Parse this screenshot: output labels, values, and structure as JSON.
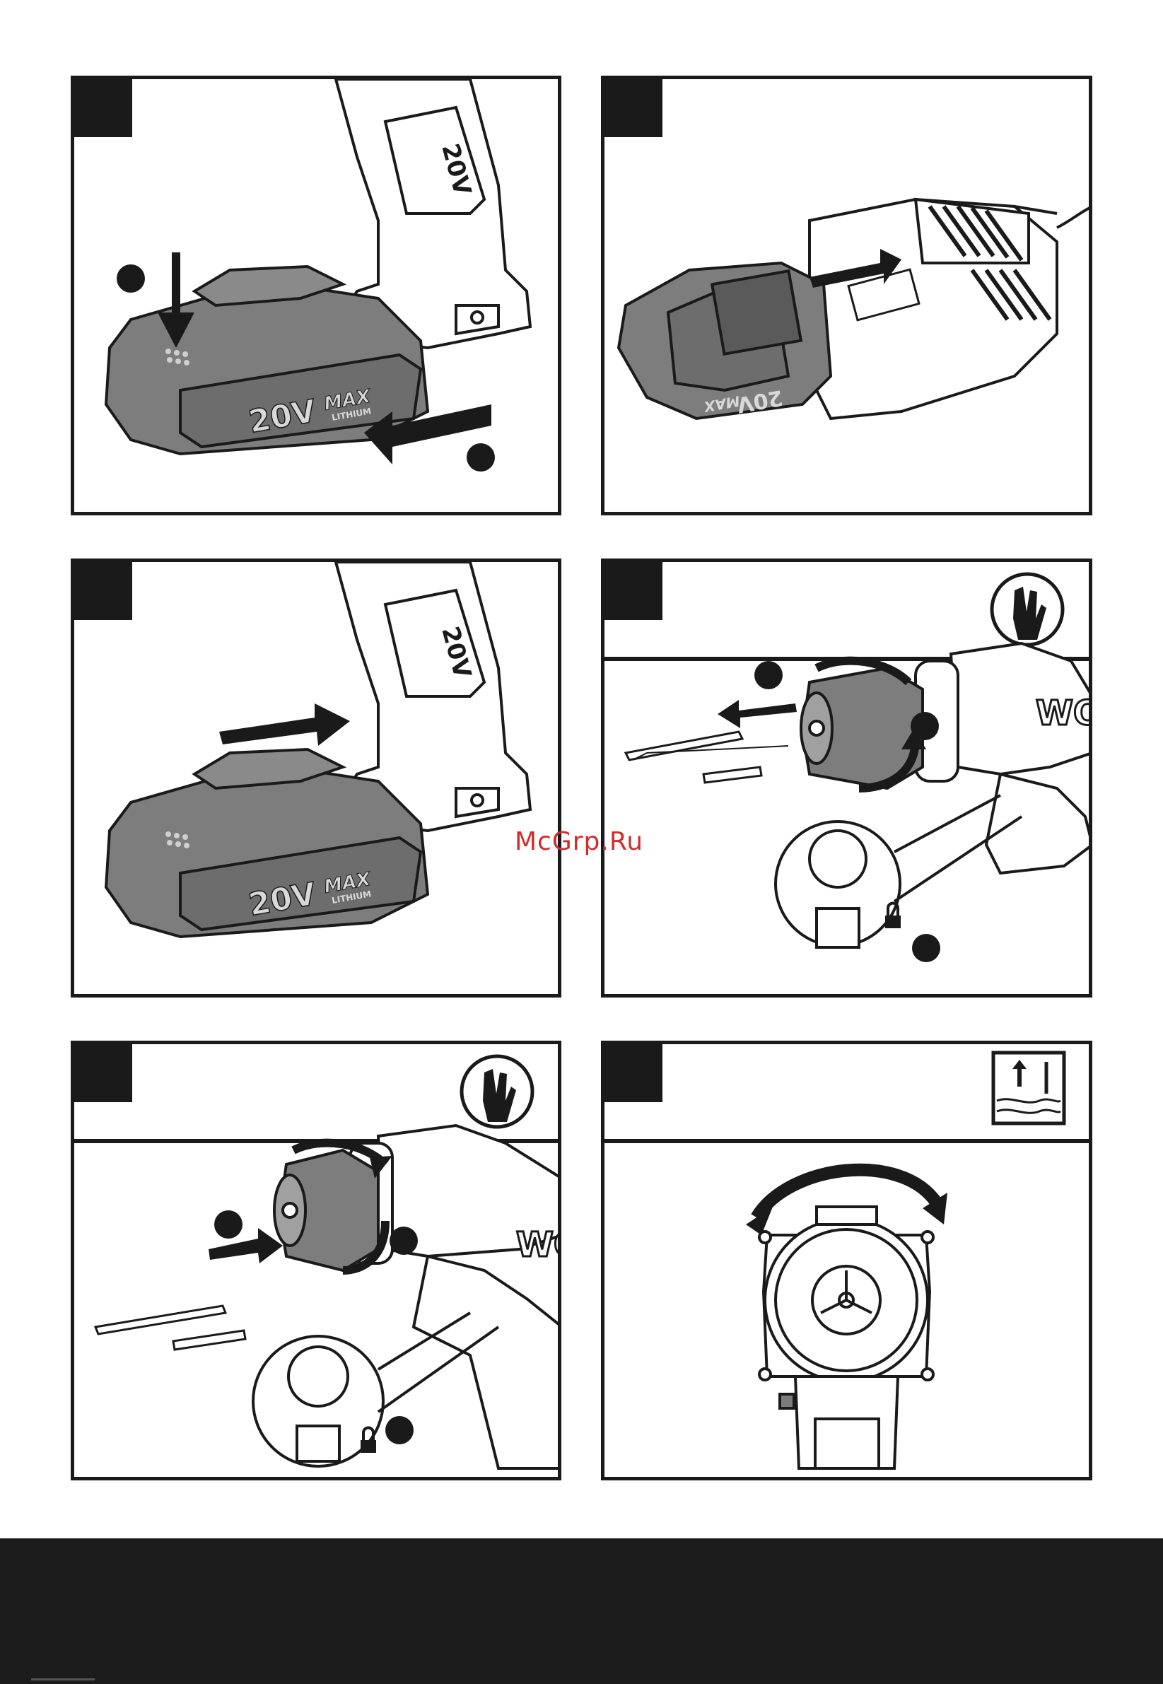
{
  "watermark": {
    "text": "McGrp.Ru",
    "color": "#d62a2a"
  },
  "battery_label": {
    "voltage": "20V",
    "max": "MAX",
    "chemistry": "LITHIUM"
  },
  "handle_label": {
    "voltage": "20V",
    "max": "MAX"
  },
  "drill_brand": {
    "text": "WO"
  },
  "colors": {
    "ink": "#1a1a1a",
    "battery_grey": "#7d7d7d",
    "paper": "#ffffff",
    "footer": "#1c1c1c"
  },
  "icons": {
    "gloves": "gloves-icon",
    "drilling_material": "material-drilling-icon",
    "lock": "padlock-icon",
    "arrow": "arrow-icon"
  }
}
